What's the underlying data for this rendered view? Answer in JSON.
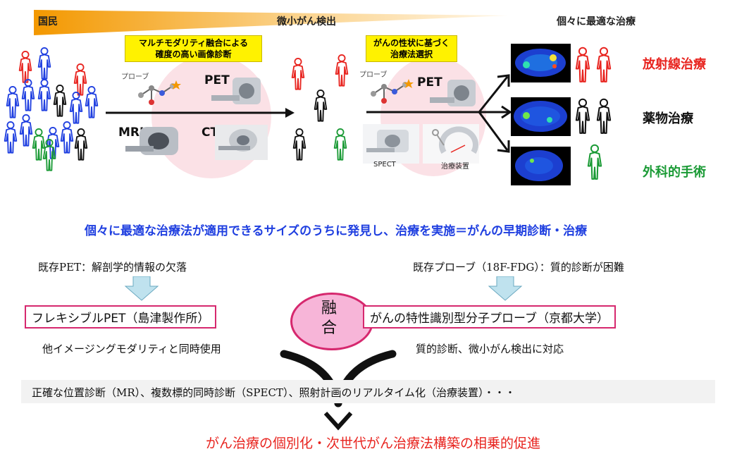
{
  "top_bar": {
    "left": "国民",
    "middle": "微小がん検出",
    "right": "個々に最適な治療"
  },
  "boxes": {
    "multimodal": "マルチモダリティ融合による\n確度の高い画像診断",
    "selection": "がんの性状に基づく\n治療法選択"
  },
  "labels": {
    "probe_1": "プローブ",
    "probe_2": "プローブ",
    "pet_1": "PET",
    "pet_2": "PET",
    "mri": "MRI",
    "ct": "CT",
    "spect": "SPECT",
    "treatment_device": "治療装置"
  },
  "treatments": {
    "radiation": "放射線治療",
    "drug": "薬物治療",
    "surgery": "外科的手術"
  },
  "colors": {
    "red": "#e8241f",
    "blue": "#1f3fe0",
    "green": "#1a9a35",
    "black": "#111111",
    "orange": "#f39800",
    "pink": "#d6286e"
  },
  "headline": "個々に最適な治療法が適用できるサイズのうちに発見し、治療を実施＝がんの早期診断・治療",
  "existing": {
    "pet": "既存PET：解剖学的情報の欠落",
    "probe": "既存プローブ（18F-FDG）：質的診断が困難"
  },
  "fusion": {
    "label": "融合",
    "flexible_pet": "フレキシブルPET（島津製作所）",
    "molecular_probe": "がんの特性識別型分子プローブ（京都大学）",
    "pet_note": "他イメージングモダリティと同時使用",
    "probe_note": "質的診断、微小がん検出に対応"
  },
  "capabilities": "正確な位置診断（MR）、複数標的同時診断（SPECT）、照射計画のリアルタイム化（治療装置）・・・",
  "conclusion": "がん治療の個別化・次世代がん治療法構築の相乗的促進"
}
